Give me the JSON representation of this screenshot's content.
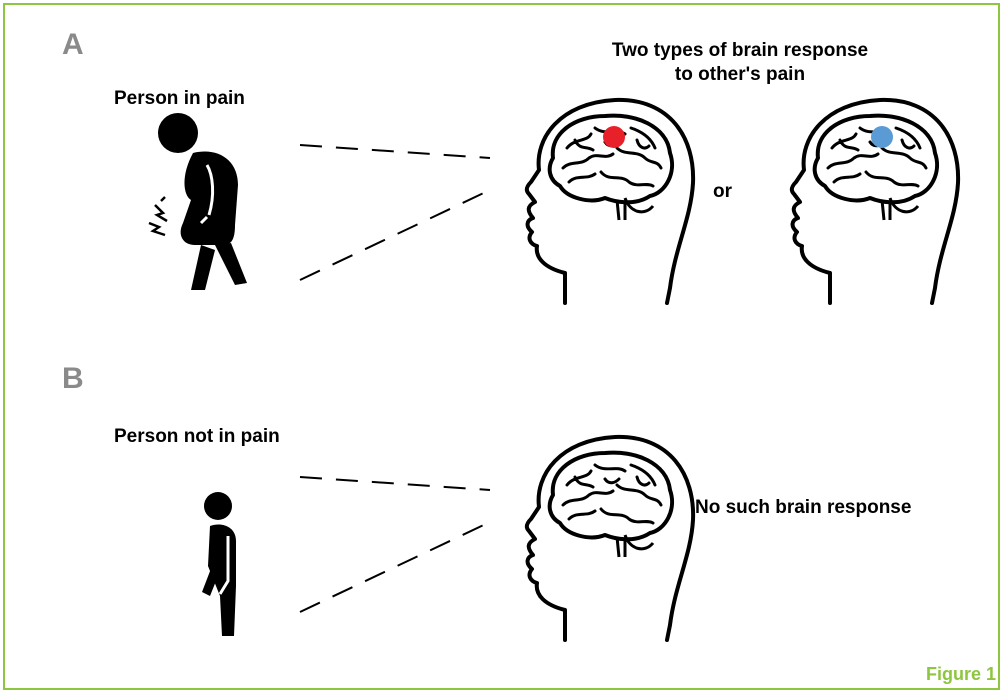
{
  "panels": {
    "a": {
      "letter": "A",
      "left_label": "Person in pain",
      "right_title_line1": "Two types of brain response",
      "right_title_line2": "to other's pain",
      "or_label": "or",
      "response_colors": {
        "first": "#e8202a",
        "second": "#5b9bd5"
      }
    },
    "b": {
      "letter": "B",
      "left_label": "Person not in pain",
      "right_label": "No such brain response"
    }
  },
  "figure_label": "Figure 1",
  "colors": {
    "frame": "#8dc63f",
    "panel_letter": "#8a8a8a"
  }
}
